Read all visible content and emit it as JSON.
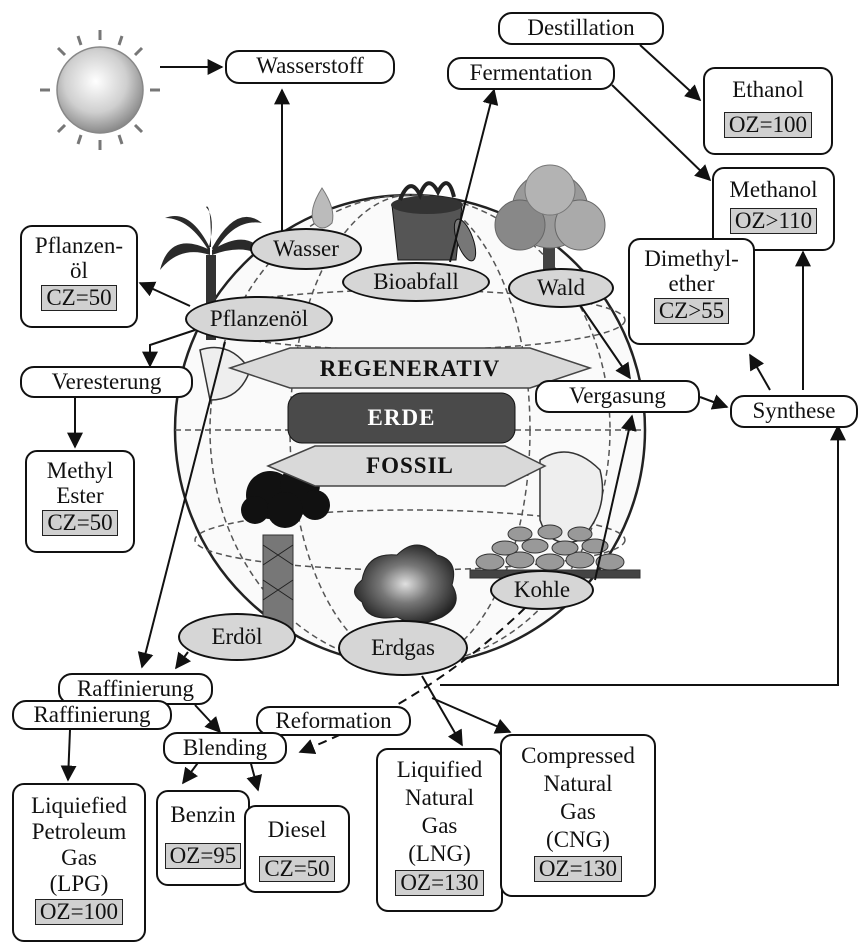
{
  "earth": {
    "regenerativ": "REGENERATIV",
    "erde": "ERDE",
    "fossil": "FOSSIL"
  },
  "sources": {
    "wasser": "Wasser",
    "bioabfall": "Bioabfall",
    "wald": "Wald",
    "pflanzenoel": "Pflanzenöl",
    "erdoel": "Erdöl",
    "erdgas": "Erdgas",
    "kohle": "Kohle"
  },
  "processes": {
    "destillation": "Destillation",
    "fermentation": "Fermentation",
    "wasserstoff": "Wasserstoff",
    "veresterung": "Veresterung",
    "vergasung": "Vergasung",
    "synthese": "Synthese",
    "raffinierung": "Raffinierung",
    "raffinierung2": "Raffinierung",
    "reformation": "Reformation",
    "blending": "Blending"
  },
  "products": {
    "ethanol": {
      "name": "Ethanol",
      "value": "OZ=100"
    },
    "methanol": {
      "name": "Methanol",
      "value": "OZ>110"
    },
    "dme": {
      "line1": "Dimethyl-",
      "line2": "ether",
      "value": "CZ>55"
    },
    "pflanzenoel_box": {
      "line1": "Pflanzen-",
      "line2": "öl",
      "value": "CZ=50"
    },
    "methylester": {
      "line1": "Methyl",
      "line2": "Ester",
      "value": "CZ=50"
    },
    "lpg": {
      "line1": "Liquiefied",
      "line2": "Petroleum",
      "line3": "Gas",
      "line4": "(LPG)",
      "value": "OZ=100"
    },
    "benzin": {
      "name": "Benzin",
      "value": "OZ=95"
    },
    "diesel": {
      "name": "Diesel",
      "value": "CZ=50"
    },
    "lng": {
      "line1": "Liquified",
      "line2": "Natural",
      "line3": "Gas",
      "line4": "(LNG)",
      "value": "OZ=130"
    },
    "cng": {
      "line1": "Compressed",
      "line2": "Natural",
      "line3": "Gas",
      "line4": "(CNG)",
      "value": "OZ=130"
    }
  }
}
